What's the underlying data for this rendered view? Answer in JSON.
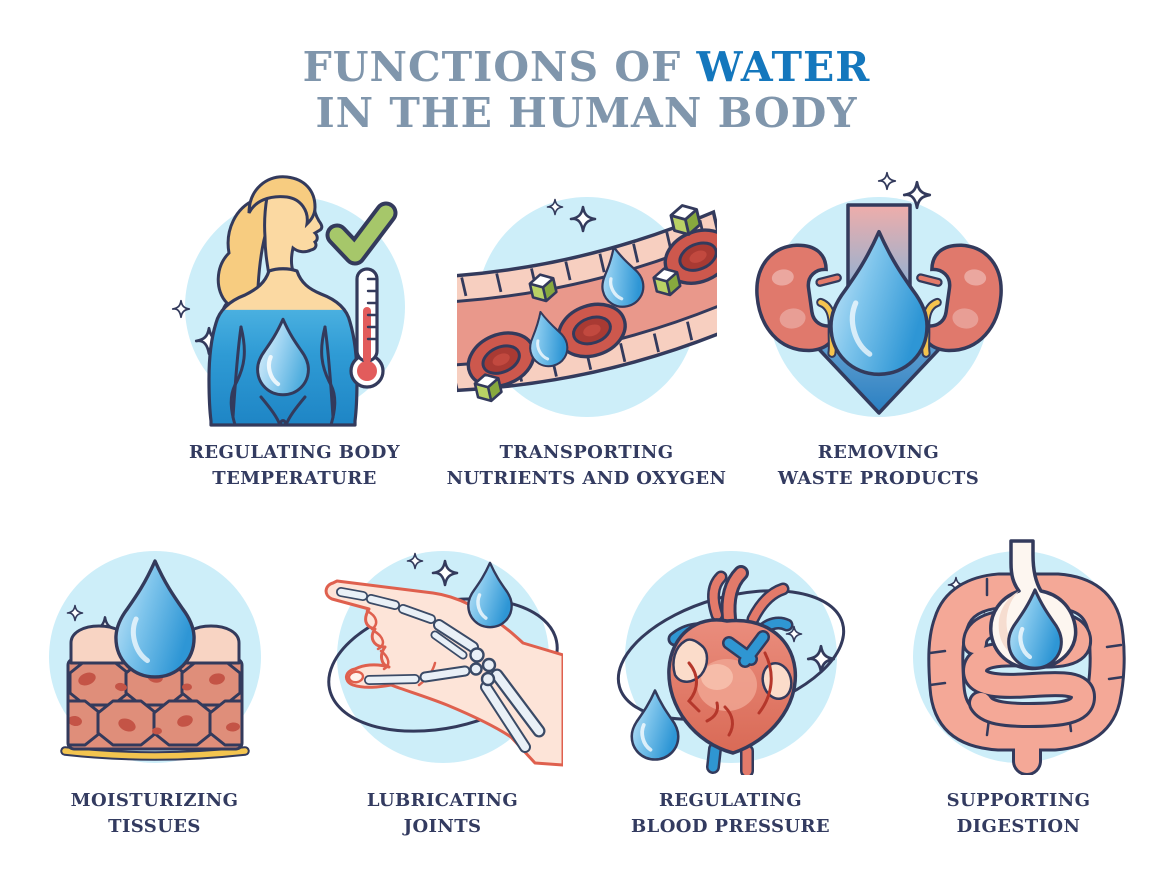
{
  "title": {
    "prefix": "FUNCTIONS OF",
    "highlight": "WATER",
    "line2": "IN THE HUMAN BODY"
  },
  "items": [
    {
      "id": "regulating-body-temperature",
      "icon": "body-temperature-icon",
      "label_line1": "REGULATING BODY",
      "label_line2": "TEMPERATURE"
    },
    {
      "id": "transporting-nutrients-and-oxygen",
      "icon": "blood-vessel-icon",
      "label_line1": "TRANSPORTING",
      "label_line2": "NUTRIENTS AND OXYGEN"
    },
    {
      "id": "removing-waste-products",
      "icon": "kidneys-waste-icon",
      "label_line1": "REMOVING",
      "label_line2": "WASTE PRODUCTS"
    },
    {
      "id": "moisturizing-tissues",
      "icon": "tissue-moisture-icon",
      "label_line1": "MOISTURIZING",
      "label_line2": "TISSUES"
    },
    {
      "id": "lubricating-joints",
      "icon": "joint-lubrication-icon",
      "label_line1": "LUBRICATING",
      "label_line2": "JOINTS"
    },
    {
      "id": "regulating-blood-pressure",
      "icon": "heart-blood-pressure-icon",
      "label_line1": "REGULATING",
      "label_line2": "BLOOD PRESSURE"
    },
    {
      "id": "supporting-digestion",
      "icon": "digestion-icon",
      "label_line1": "SUPPORTING",
      "label_line2": "DIGESTION"
    }
  ],
  "palette": {
    "title_slate": "#8096ac",
    "title_blue": "#1477bd",
    "label_navy": "#333b60",
    "outline_navy": "#333a5c",
    "circle_bg": "#cdeef9",
    "water_light": "#cfeafa",
    "water_deep": "#2e96d5",
    "skin": "#fbd9a2",
    "hair_gold": "#f7cc80",
    "check_green": "#a6c76a",
    "thermometer_red": "#e25c5c",
    "blood_cell_red": "#cd584d",
    "vessel_wall_pink": "#f7cfc0",
    "vessel_lumen": "#e9988b",
    "nutrient_cube_green": "#b9d265",
    "kidney_red": "#e0796c",
    "ureter_yellow": "#f5c34e",
    "tissue_terracotta": "#df8e7a",
    "tissue_top_light": "#f8d4c3",
    "bone_light": "#e9f0f7",
    "heart_red": "#e8897b",
    "vein_blue": "#2f96d2",
    "intestine_salmon": "#f4a897"
  }
}
